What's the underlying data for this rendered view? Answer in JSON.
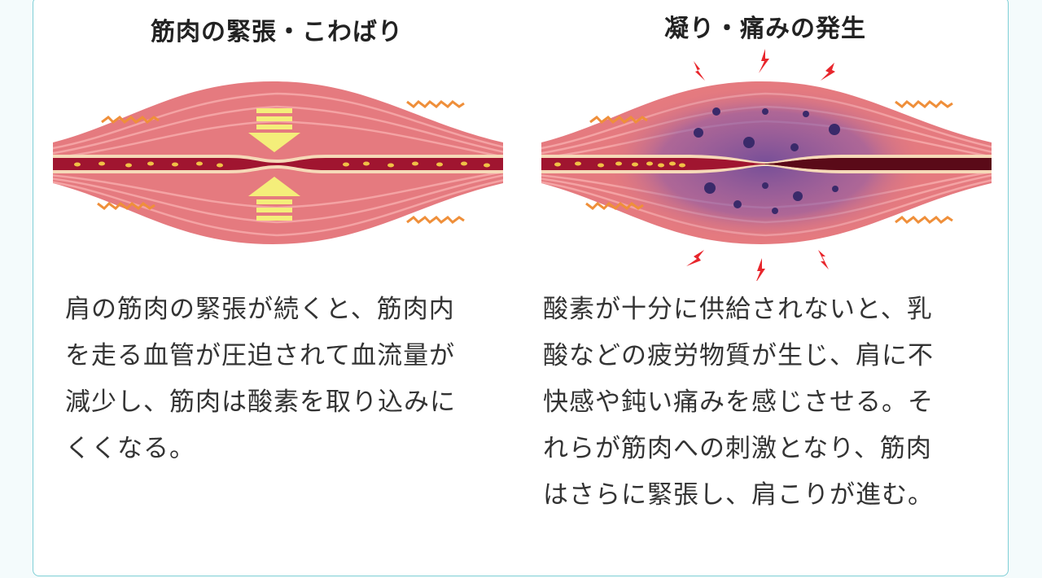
{
  "panels": [
    {
      "title": "筋肉の緊張・こわばり",
      "lines": [
        "肩の筋肉の緊張が続くと、筋肉内",
        "を走る血管が圧迫されて血流量が",
        "減少し、筋肉は酸素を取り込みに",
        "くくなる。"
      ]
    },
    {
      "title": "凝り・痛みの発生",
      "lines": [
        "酸素が十分に供給されないと、乳",
        "酸などの疲労物質が生じ、肩に不",
        "快感や鈍い痛みを感じさせる。そ",
        "れらが筋肉への刺激となり、筋肉",
        "はさらに緊張し、肩こりが進む。"
      ]
    }
  ],
  "colors": {
    "muscle": "#e57a7f",
    "muscle_stripe": "#f4a3a4",
    "vessel": "#a01530",
    "vessel_dark": "#5a0a18",
    "vessel_outline": "#f6d9b8",
    "blood_cell": "#f0c146",
    "arrow": "#f4ee7a",
    "squiggle": "#ef8f3a",
    "lightning": "#e8262c",
    "purple": "#6a4a9a",
    "particle": "#3a2a6a",
    "border": "#7fcfd6"
  },
  "icons": [
    "compress-arrow-down-icon",
    "compress-arrow-up-icon",
    "lightning-icon",
    "squiggle-icon",
    "fatigue-particle-icon"
  ]
}
